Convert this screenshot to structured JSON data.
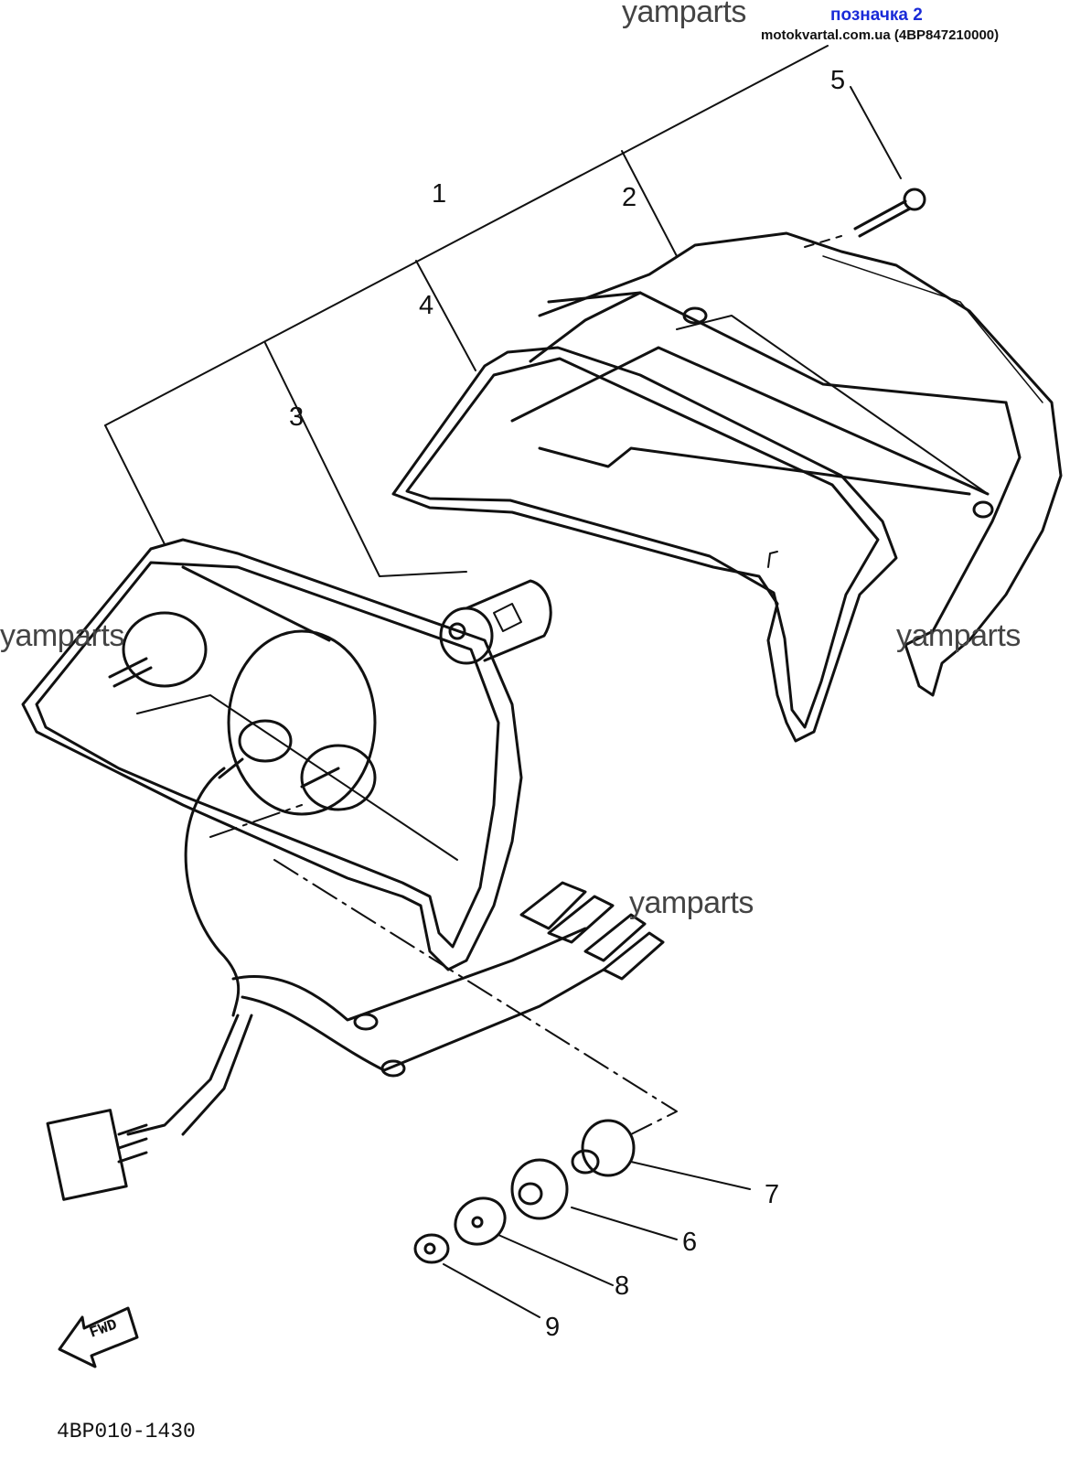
{
  "watermarks": {
    "top": "yamparts",
    "left": "yamparts",
    "right": "yamparts",
    "middle": "yamparts"
  },
  "header": {
    "tag": "позначка 2",
    "source": "motokvartal.com.ua (4BP847210000)",
    "tag_color": "#1a2bd8"
  },
  "callouts": [
    "1",
    "2",
    "3",
    "4",
    "5",
    "6",
    "7",
    "8",
    "9"
  ],
  "fwd_label": "FWD",
  "drawing_code": "4BP010-1430"
}
